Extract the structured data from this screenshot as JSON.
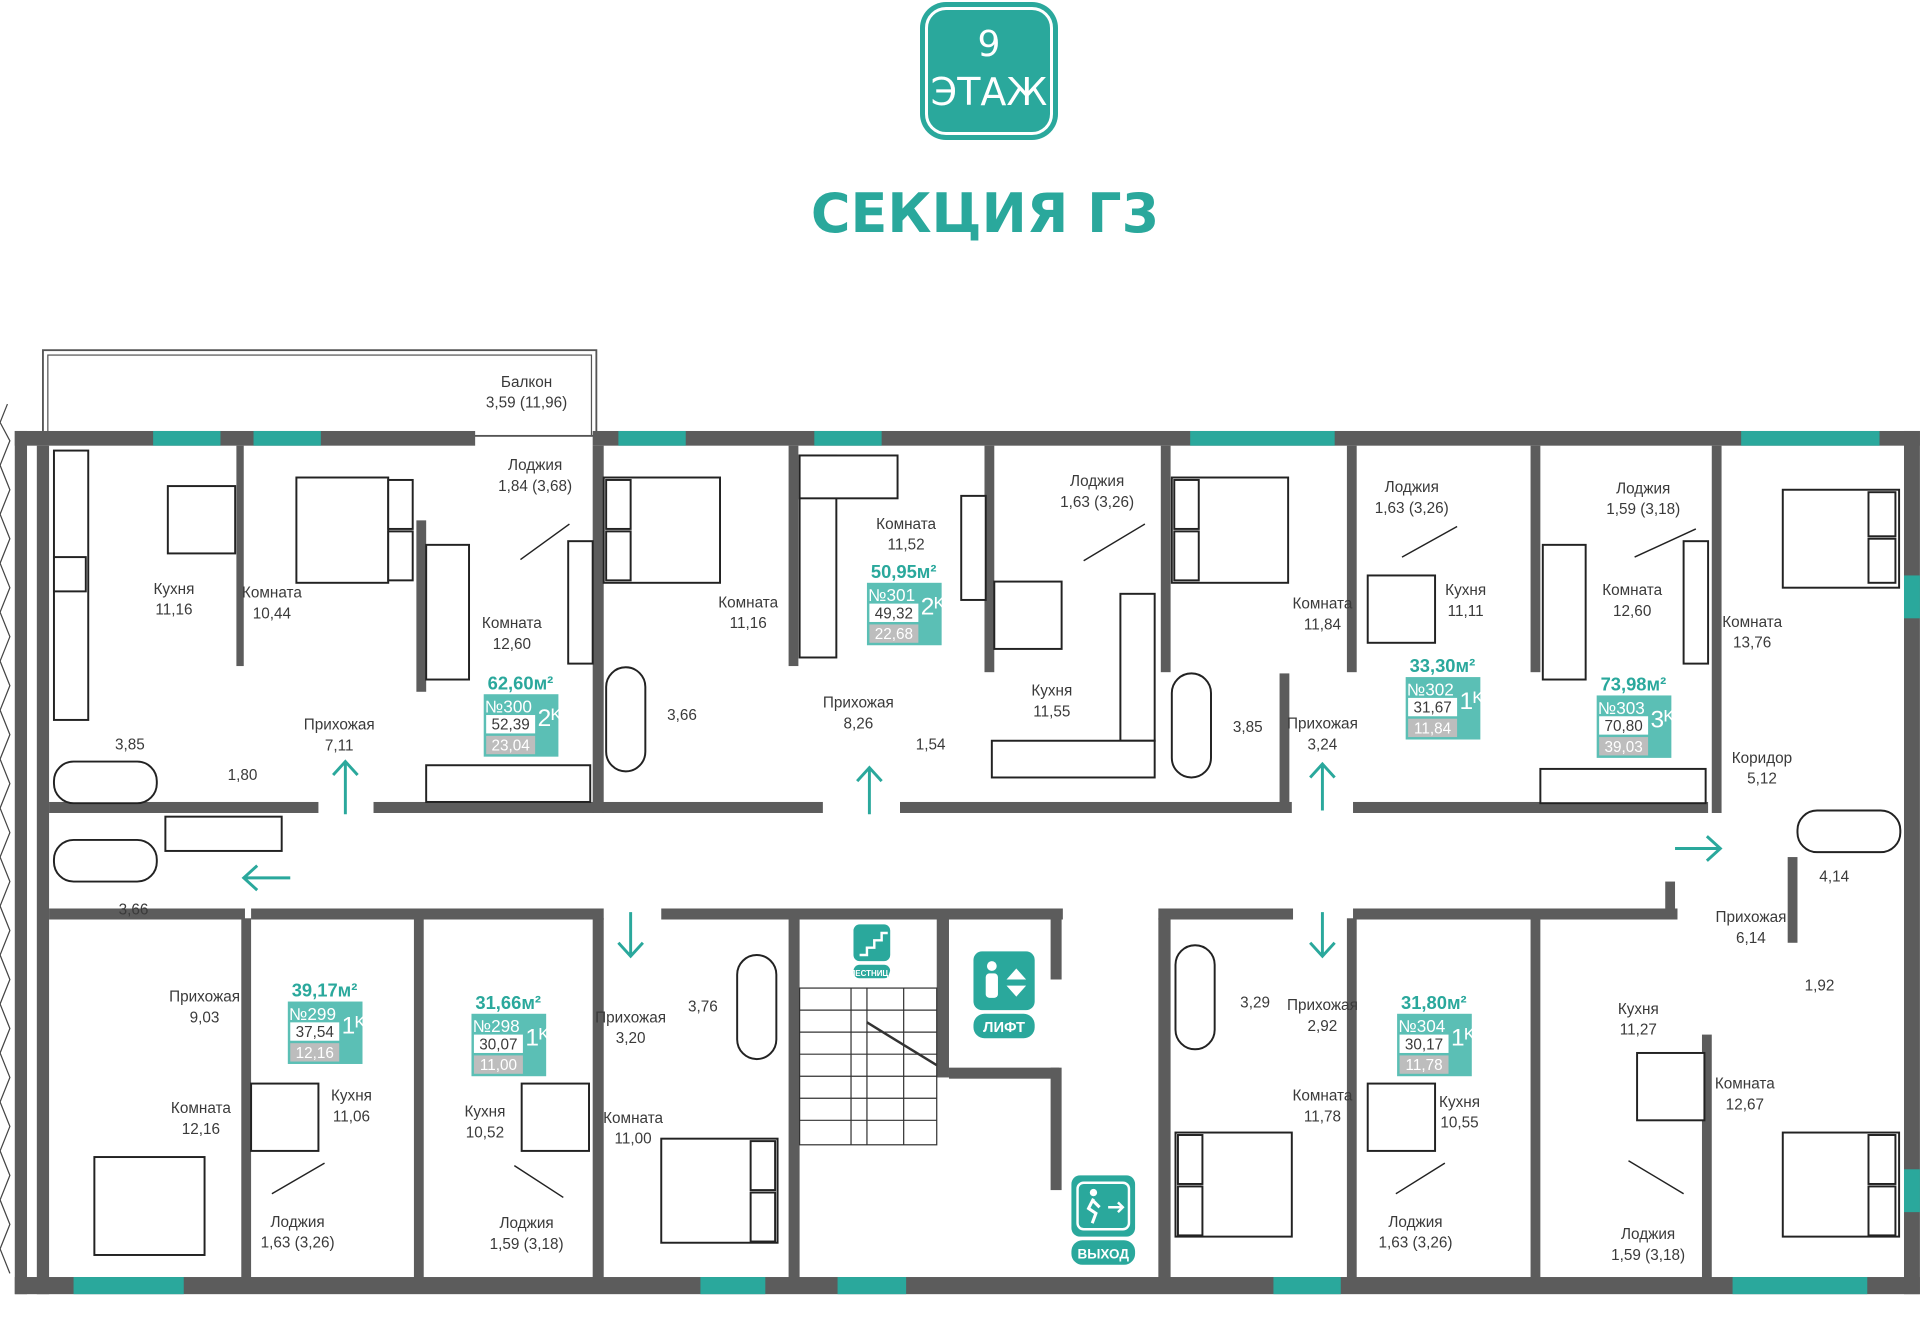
{
  "header": {
    "floor_number": "9",
    "floor_label": "ЭТАЖ",
    "section_title": "СЕКЦИЯ Г3"
  },
  "colors": {
    "accent": "#2aa89c",
    "badge_fill": "#5bbfb5",
    "wall": "#5c5c5c",
    "kitchen_area_bg": "#bdbdbd"
  },
  "rooms": [
    {
      "name": "Балкон",
      "area": "3,59 (11,96)"
    },
    {
      "name": "Лоджия",
      "area": "1,84 (3,68)"
    },
    {
      "name": "Кухня",
      "area": "11,16"
    },
    {
      "name": "Комната",
      "area": "10,44"
    },
    {
      "name": "Комната",
      "area": "12,60"
    },
    {
      "name": "Комната",
      "area": "11,16"
    },
    {
      "name": "Комната",
      "area": "11,52"
    },
    {
      "name": "Лоджия",
      "area": "1,63 (3,26)"
    },
    {
      "name": "Кухня",
      "area": "11,55"
    },
    {
      "name": "Комната",
      "area": "11,84"
    },
    {
      "name": "Лоджия",
      "area": "1,63 (3,26)"
    },
    {
      "name": "Кухня",
      "area": "11,11"
    },
    {
      "name": "Лоджия",
      "area": "1,59 (3,18)"
    },
    {
      "name": "Комната",
      "area": "12,60"
    },
    {
      "name": "Комната",
      "area": "13,76"
    },
    {
      "name": "Коридор",
      "area": "5,12"
    },
    {
      "name": "Прихожая",
      "area": "7,11"
    },
    {
      "name": "",
      "area": "3,85"
    },
    {
      "name": "",
      "area": "1,80"
    },
    {
      "name": "",
      "area": "3,66"
    },
    {
      "name": "Прихожая",
      "area": "8,26"
    },
    {
      "name": "",
      "area": "1,54"
    },
    {
      "name": "",
      "area": "3,85"
    },
    {
      "name": "Прихожая",
      "area": "3,24"
    },
    {
      "name": "",
      "area": "4,14"
    },
    {
      "name": "Прихожая",
      "area": "6,14"
    },
    {
      "name": "",
      "area": "1,92"
    },
    {
      "name": "",
      "area": "3,66"
    },
    {
      "name": "Прихожая",
      "area": "9,03"
    },
    {
      "name": "Комната",
      "area": "12,16"
    },
    {
      "name": "Кухня",
      "area": "11,06"
    },
    {
      "name": "Лоджия",
      "area": "1,63 (3,26)"
    },
    {
      "name": "Кухня",
      "area": "10,52"
    },
    {
      "name": "Прихожая",
      "area": "3,20"
    },
    {
      "name": "",
      "area": "3,76"
    },
    {
      "name": "Комната",
      "area": "11,00"
    },
    {
      "name": "Лоджия",
      "area": "1,59 (3,18)"
    },
    {
      "name": "",
      "area": "3,29"
    },
    {
      "name": "Прихожая",
      "area": "2,92"
    },
    {
      "name": "Комната",
      "area": "11,78"
    },
    {
      "name": "Кухня",
      "area": "10,55"
    },
    {
      "name": "Лоджия",
      "area": "1,63 (3,26)"
    },
    {
      "name": "Кухня",
      "area": "11,27"
    },
    {
      "name": "Комната",
      "area": "12,67"
    },
    {
      "name": "Лоджия",
      "area": "1,59 (3,18)"
    }
  ],
  "apartments": [
    {
      "total": "62,60м²",
      "number": "№300",
      "rooms": "2ᴷ",
      "living": "52,39",
      "kitchen": "23,04"
    },
    {
      "total": "50,95м²",
      "number": "№301",
      "rooms": "2ᴷ",
      "living": "49,32",
      "kitchen": "22,68"
    },
    {
      "total": "33,30м²",
      "number": "№302",
      "rooms": "1ᴷ",
      "living": "31,67",
      "kitchen": "11,84"
    },
    {
      "total": "73,98м²",
      "number": "№303",
      "rooms": "3ᴷ",
      "living": "70,80",
      "kitchen": "39,03"
    },
    {
      "total": "39,17м²",
      "number": "№299",
      "rooms": "1ᴷ",
      "living": "37,54",
      "kitchen": "12,16"
    },
    {
      "total": "31,66м²",
      "number": "№298",
      "rooms": "1ᴷ",
      "living": "30,07",
      "kitchen": "11,00"
    },
    {
      "total": "31,80м²",
      "number": "№304",
      "rooms": "1ᴷ",
      "living": "30,17",
      "kitchen": "11,78"
    }
  ],
  "signs": {
    "stairs": "ЛЕСТНИЦА",
    "lift": "ЛИФТ",
    "exit": "ВЫХОД"
  }
}
